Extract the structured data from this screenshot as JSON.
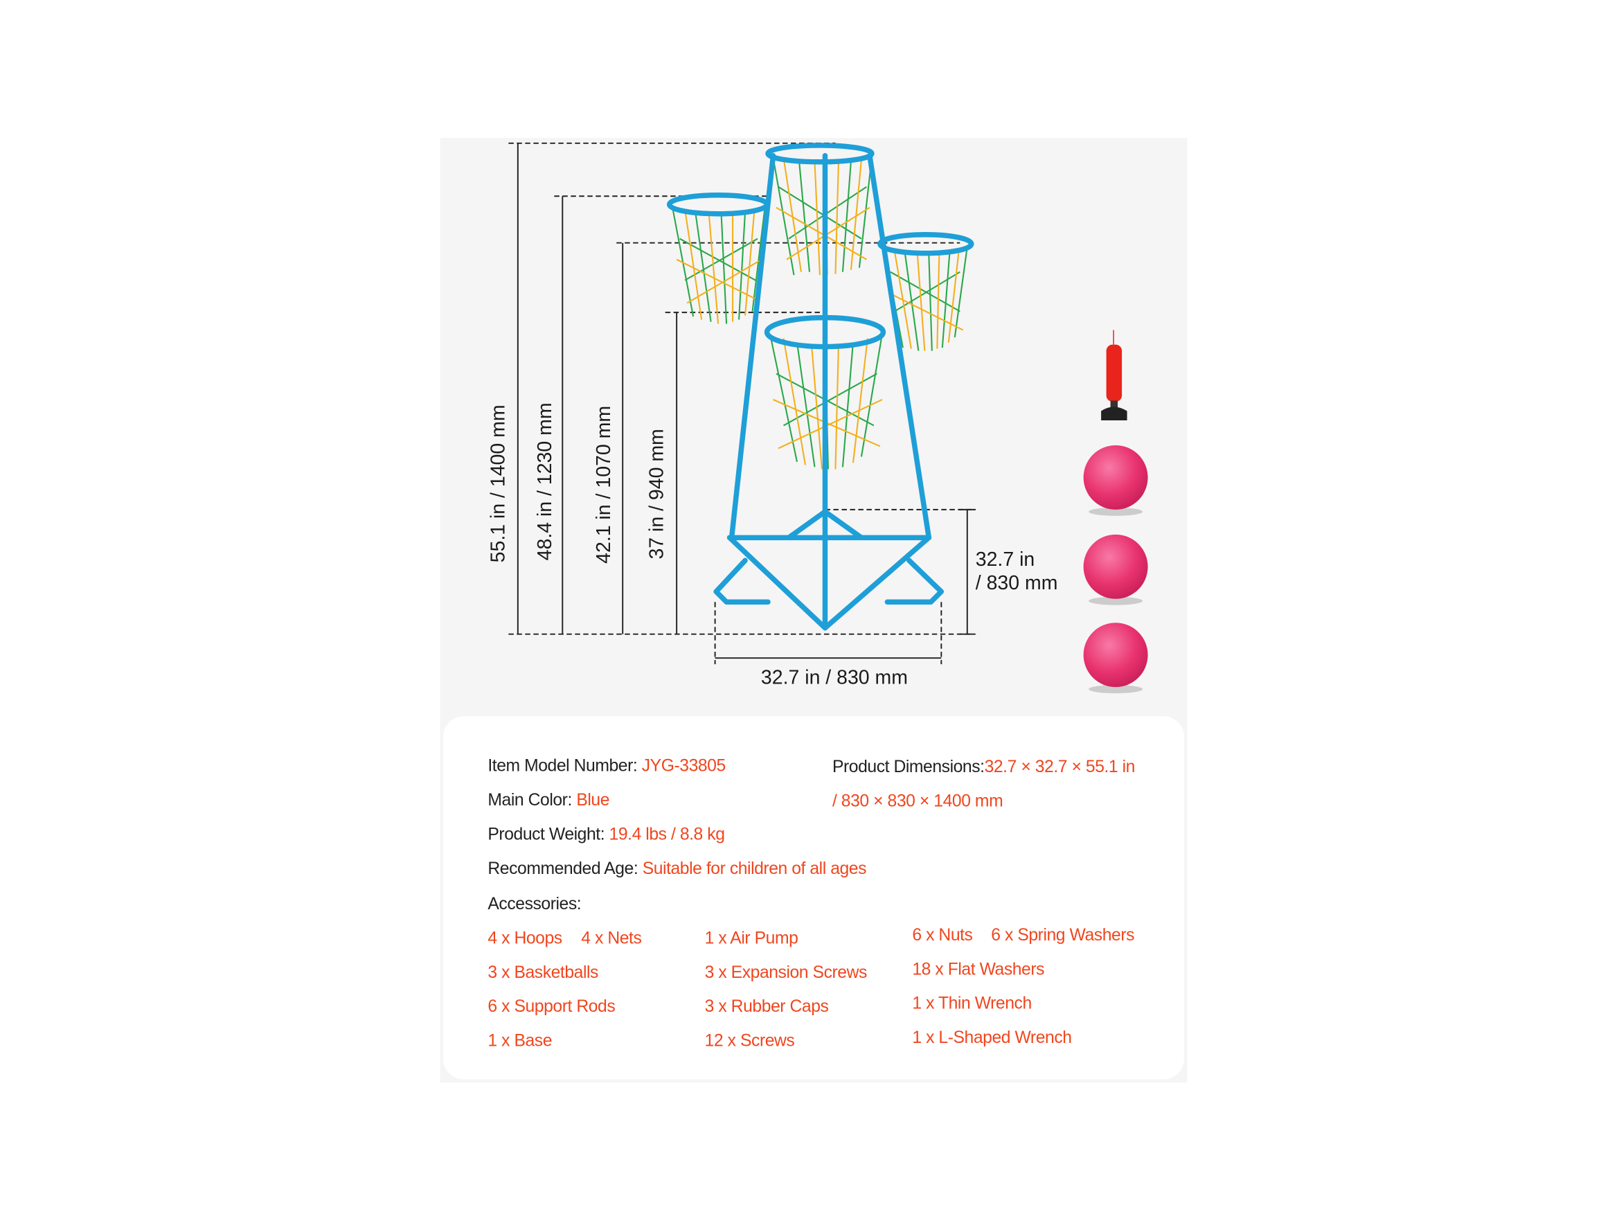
{
  "dimensions": {
    "height_total": "55.1 in / 1400 mm",
    "height_hoop2": "48.4 in / 1230 mm",
    "height_hoop3": "42.1 in / 1070 mm",
    "height_hoop4": "37 in / 940 mm",
    "base_depth_line1": "32.7 in",
    "base_depth_line2": "/ 830 mm",
    "base_width": "32.7 in / 830 mm"
  },
  "specs": {
    "model_label": "Item Model Number: ",
    "model_value": "JYG-33805",
    "color_label": "Main Color: ",
    "color_value": "Blue",
    "weight_label": "Product Weight: ",
    "weight_value": "19.4 lbs / 8.8 kg",
    "age_label": "Recommended Age: ",
    "age_value": "Suitable for children of all ages",
    "dimensions_label": "Product Dimensions:",
    "dimensions_value_1": "32.7 × 32.7 × 55.1 in",
    "dimensions_value_2": "/ 830 × 830 × 1400 mm",
    "accessories_label": "Accessories:"
  },
  "accessories": {
    "col1": [
      "4 x Hoops",
      "4 x Nets",
      "3 x Basketballs",
      "6 x Support Rods",
      "1 x Base"
    ],
    "col2": [
      "1 x Air Pump",
      "3 x Expansion Screws",
      "3 x Rubber Caps",
      "12 x Screws"
    ],
    "col3": [
      "6 x Nuts",
      "6 x Spring Washers",
      "18 x Flat Washers",
      "1 x Thin Wrench",
      "1 x L-Shaped Wrench"
    ]
  },
  "colors": {
    "frame": "#1e9fd8",
    "accent": "#f0461e",
    "ball": "#e8336f",
    "pump": "#e8241c"
  }
}
